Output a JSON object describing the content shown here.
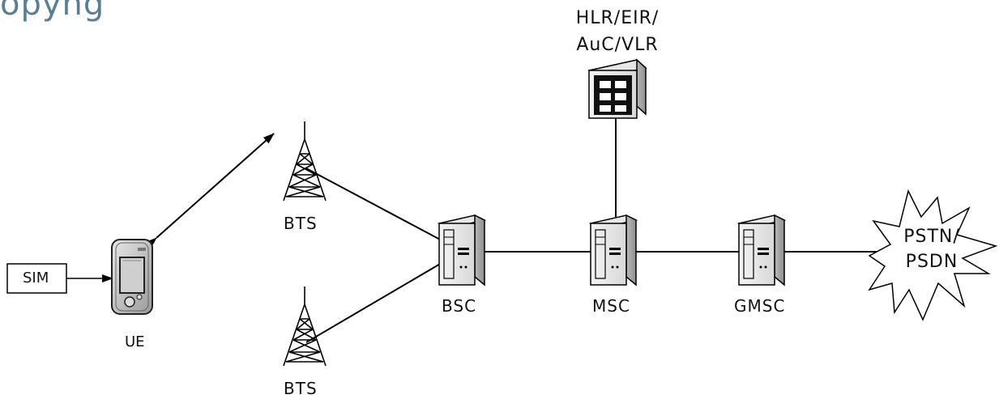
{
  "corner_text": "opyng",
  "labels": {
    "hlr": "HLR/EIR/",
    "auc": "AuC/VLR",
    "bts_top": "BTS",
    "bts_bottom": "BTS",
    "sim": "SIM",
    "ue": "UE",
    "bsc": "BSC",
    "msc": "MSC",
    "gmsc": "GMSC",
    "pstn": "PSTN/",
    "psdn": "PSDN"
  },
  "colors": {
    "line": "#000000",
    "corner_text": "#5a7f95"
  }
}
